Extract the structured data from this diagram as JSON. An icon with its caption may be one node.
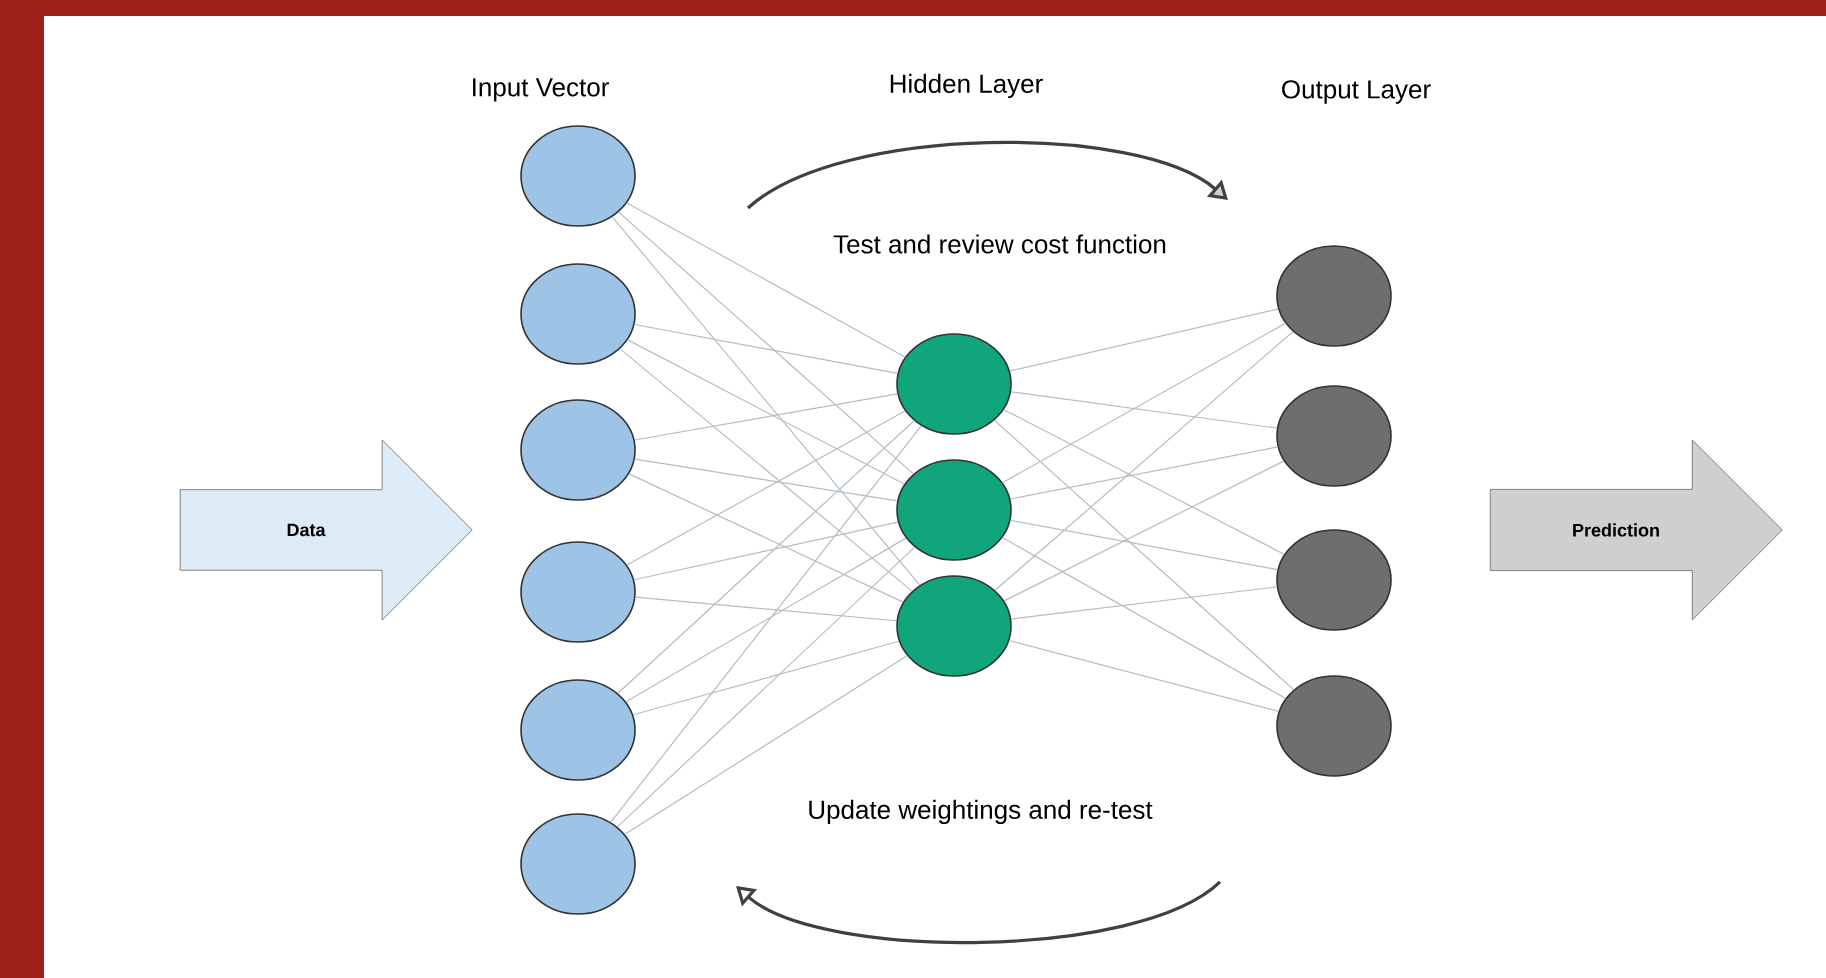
{
  "diagram": {
    "nodes": [
      {
        "text": [
          "Data"
        ]
      },
      {
        "text": [],
        "shape": "circle"
      },
      {
        "text": [],
        "shape": "circle"
      },
      {
        "text": [],
        "shape": "circle"
      },
      {
        "text": [],
        "shape": "circle"
      },
      {
        "text": [],
        "shape": "circle"
      },
      {
        "text": [],
        "shape": "circle"
      },
      {
        "text": [],
        "shape": "circle"
      },
      {
        "text": [],
        "shape": "circle"
      },
      {
        "text": [],
        "shape": "circle"
      },
      {
        "text": [],
        "shape": "circle"
      },
      {
        "text": [],
        "shape": "circle"
      },
      {
        "text": [],
        "shape": "circle"
      },
      {
        "text": [],
        "shape": "circle"
      },
      {
        "text": [
          "Prediction"
        ]
      }
    ],
    "edges": [
      {
        "from": 1,
        "to": 7,
        "arrow": "none"
      },
      {
        "from": 1,
        "to": 8,
        "arrow": "none"
      },
      {
        "from": 1,
        "to": 9,
        "arrow": "none"
      },
      {
        "from": 2,
        "to": 7,
        "arrow": "none"
      },
      {
        "from": 2,
        "to": 8,
        "arrow": "none"
      },
      {
        "from": 2,
        "to": 9,
        "arrow": "none"
      },
      {
        "from": 3,
        "to": 7,
        "arrow": "none"
      },
      {
        "from": 3,
        "to": 8,
        "arrow": "none"
      },
      {
        "from": 3,
        "to": 9,
        "arrow": "none"
      },
      {
        "from": 4,
        "to": 7,
        "arrow": "none"
      },
      {
        "from": 4,
        "to": 8,
        "arrow": "none"
      },
      {
        "from": 4,
        "to": 9,
        "arrow": "none"
      },
      {
        "from": 5,
        "to": 7,
        "arrow": "none"
      },
      {
        "from": 5,
        "to": 8,
        "arrow": "none"
      },
      {
        "from": 5,
        "to": 9,
        "arrow": "none"
      },
      {
        "from": 6,
        "to": 7,
        "arrow": "none"
      },
      {
        "from": 6,
        "to": 8,
        "arrow": "none"
      },
      {
        "from": 6,
        "to": 9,
        "arrow": "none"
      },
      {
        "from": 7,
        "to": 10,
        "arrow": "none"
      },
      {
        "from": 7,
        "to": 11,
        "arrow": "none"
      },
      {
        "from": 7,
        "to": 12,
        "arrow": "none"
      },
      {
        "from": 7,
        "to": 13,
        "arrow": "none"
      },
      {
        "from": 8,
        "to": 10,
        "arrow": "none"
      },
      {
        "from": 8,
        "to": 11,
        "arrow": "none"
      },
      {
        "from": 8,
        "to": 12,
        "arrow": "none"
      },
      {
        "from": 8,
        "to": 13,
        "arrow": "none"
      },
      {
        "from": 9,
        "to": 10,
        "arrow": "none"
      },
      {
        "from": 9,
        "to": 11,
        "arrow": "none"
      },
      {
        "from": 9,
        "to": 12,
        "arrow": "none"
      },
      {
        "from": 9,
        "to": 13,
        "arrow": "none"
      }
    ],
    "labels": [
      "Input Vector",
      "Hidden Layer",
      "Output Layer",
      "Test and review cost function",
      "Update weightings and re-test"
    ]
  }
}
